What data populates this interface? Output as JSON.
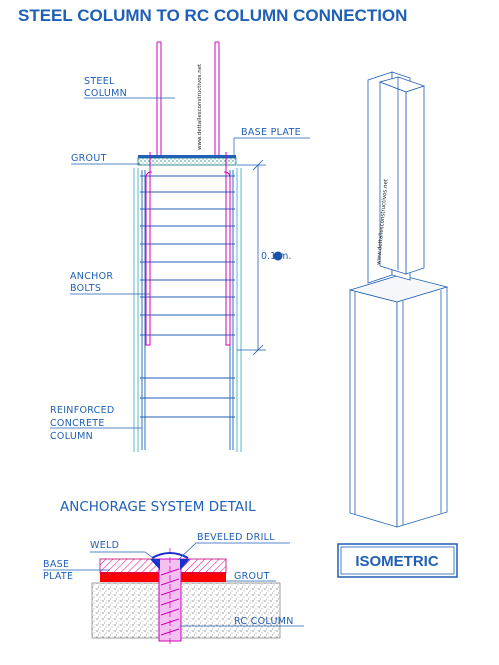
{
  "title": "STEEL COLUMN TO RC COLUMN CONNECTION",
  "labels": {
    "steel_column_1": "STEEL",
    "steel_column_2": "COLUMN",
    "base_plate": "BASE PLATE",
    "grout": "GROUT",
    "anchor_bolts_1": "ANCHOR",
    "anchor_bolts_2": "BOLTS",
    "rc_column_1": "REINFORCED",
    "rc_column_2": "CONCRETE",
    "rc_column_3": "COLUMN",
    "dimension": "0.1 m."
  },
  "detail": {
    "heading": "ANCHORAGE SYSTEM DETAIL",
    "weld": "WELD",
    "beveled_drill": "BEVELED DRILL",
    "base_plate_1": "BASE",
    "base_plate_2": "PLATE",
    "grout": "GROUT",
    "rc_column": "RC COLUMN"
  },
  "isometric": {
    "label": "ISOMETRIC"
  },
  "watermark": "www.dettallesconstructivos.net",
  "colors": {
    "text": "#1f5fb5",
    "steel": "#d000c0",
    "outline": "#1f5fb5",
    "grout": "#2dbfbf",
    "weld": "#1a2fd0",
    "base_plate_section": "#ff0000",
    "hatch": "#e8008a"
  }
}
